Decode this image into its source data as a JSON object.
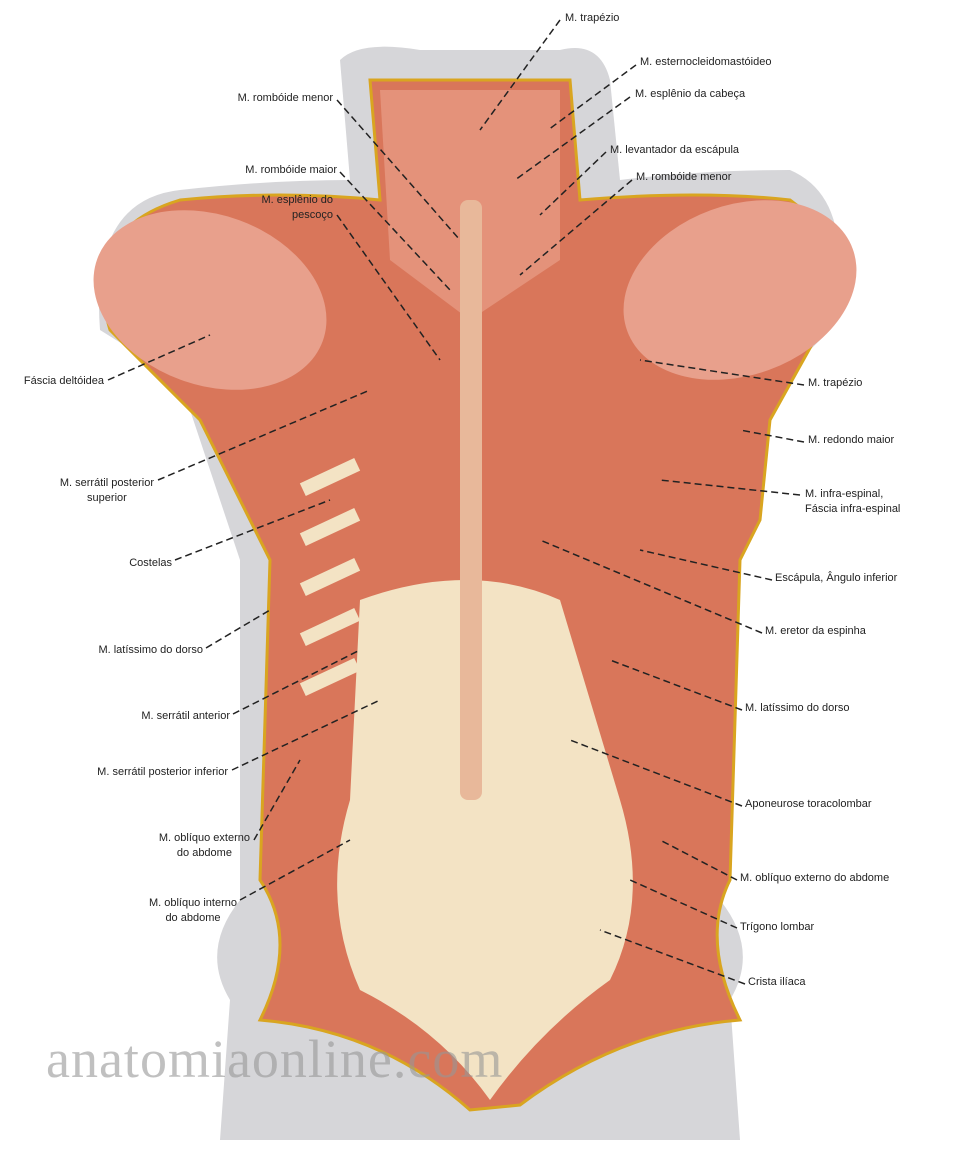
{
  "labels_left": [
    {
      "text": "M. rombóide menor"
    },
    {
      "text": "M. rombóide maior"
    },
    {
      "text": "M. esplênio do\npescoço"
    },
    {
      "text": "Fáscia deltóidea"
    },
    {
      "text": "M. serrátil posterior\nsuperior"
    },
    {
      "text": "Costelas"
    },
    {
      "text": "M. latíssimo do dorso"
    },
    {
      "text": "M. serrátil anterior"
    },
    {
      "text": "M. serrátil posterior inferior"
    },
    {
      "text": "M. oblíquo externo\ndo abdome"
    },
    {
      "text": "M. oblíquo interno\ndo abdome"
    }
  ],
  "labels_right": [
    {
      "text": "M. trapézio"
    },
    {
      "text": "M. esternocleidomastóideo"
    },
    {
      "text": "M. esplênio da cabeça"
    },
    {
      "text": "M. levantador da escápula"
    },
    {
      "text": "M. rombóide menor"
    },
    {
      "text": "M. trapézio"
    },
    {
      "text": "M. redondo maior"
    },
    {
      "text": "M. infra-espinal,\nFáscia infra-espinal"
    },
    {
      "text": "Escápula, Ângulo inferior"
    },
    {
      "text": "M. eretor da espinha"
    },
    {
      "text": "M. latíssimo do dorso"
    },
    {
      "text": "Aponeurose toracolombar"
    },
    {
      "text": "M. oblíquo externo do abdome"
    },
    {
      "text": "Trígono lombar"
    },
    {
      "text": "Crista ilíaca"
    }
  ],
  "watermark": "anatomiaonline.com",
  "colors": {
    "muscle": "#d9765a",
    "muscle_light": "#eba58a",
    "fascia": "#f3e3c4",
    "skin": "#c9c9cc",
    "border": "#d9a520"
  }
}
